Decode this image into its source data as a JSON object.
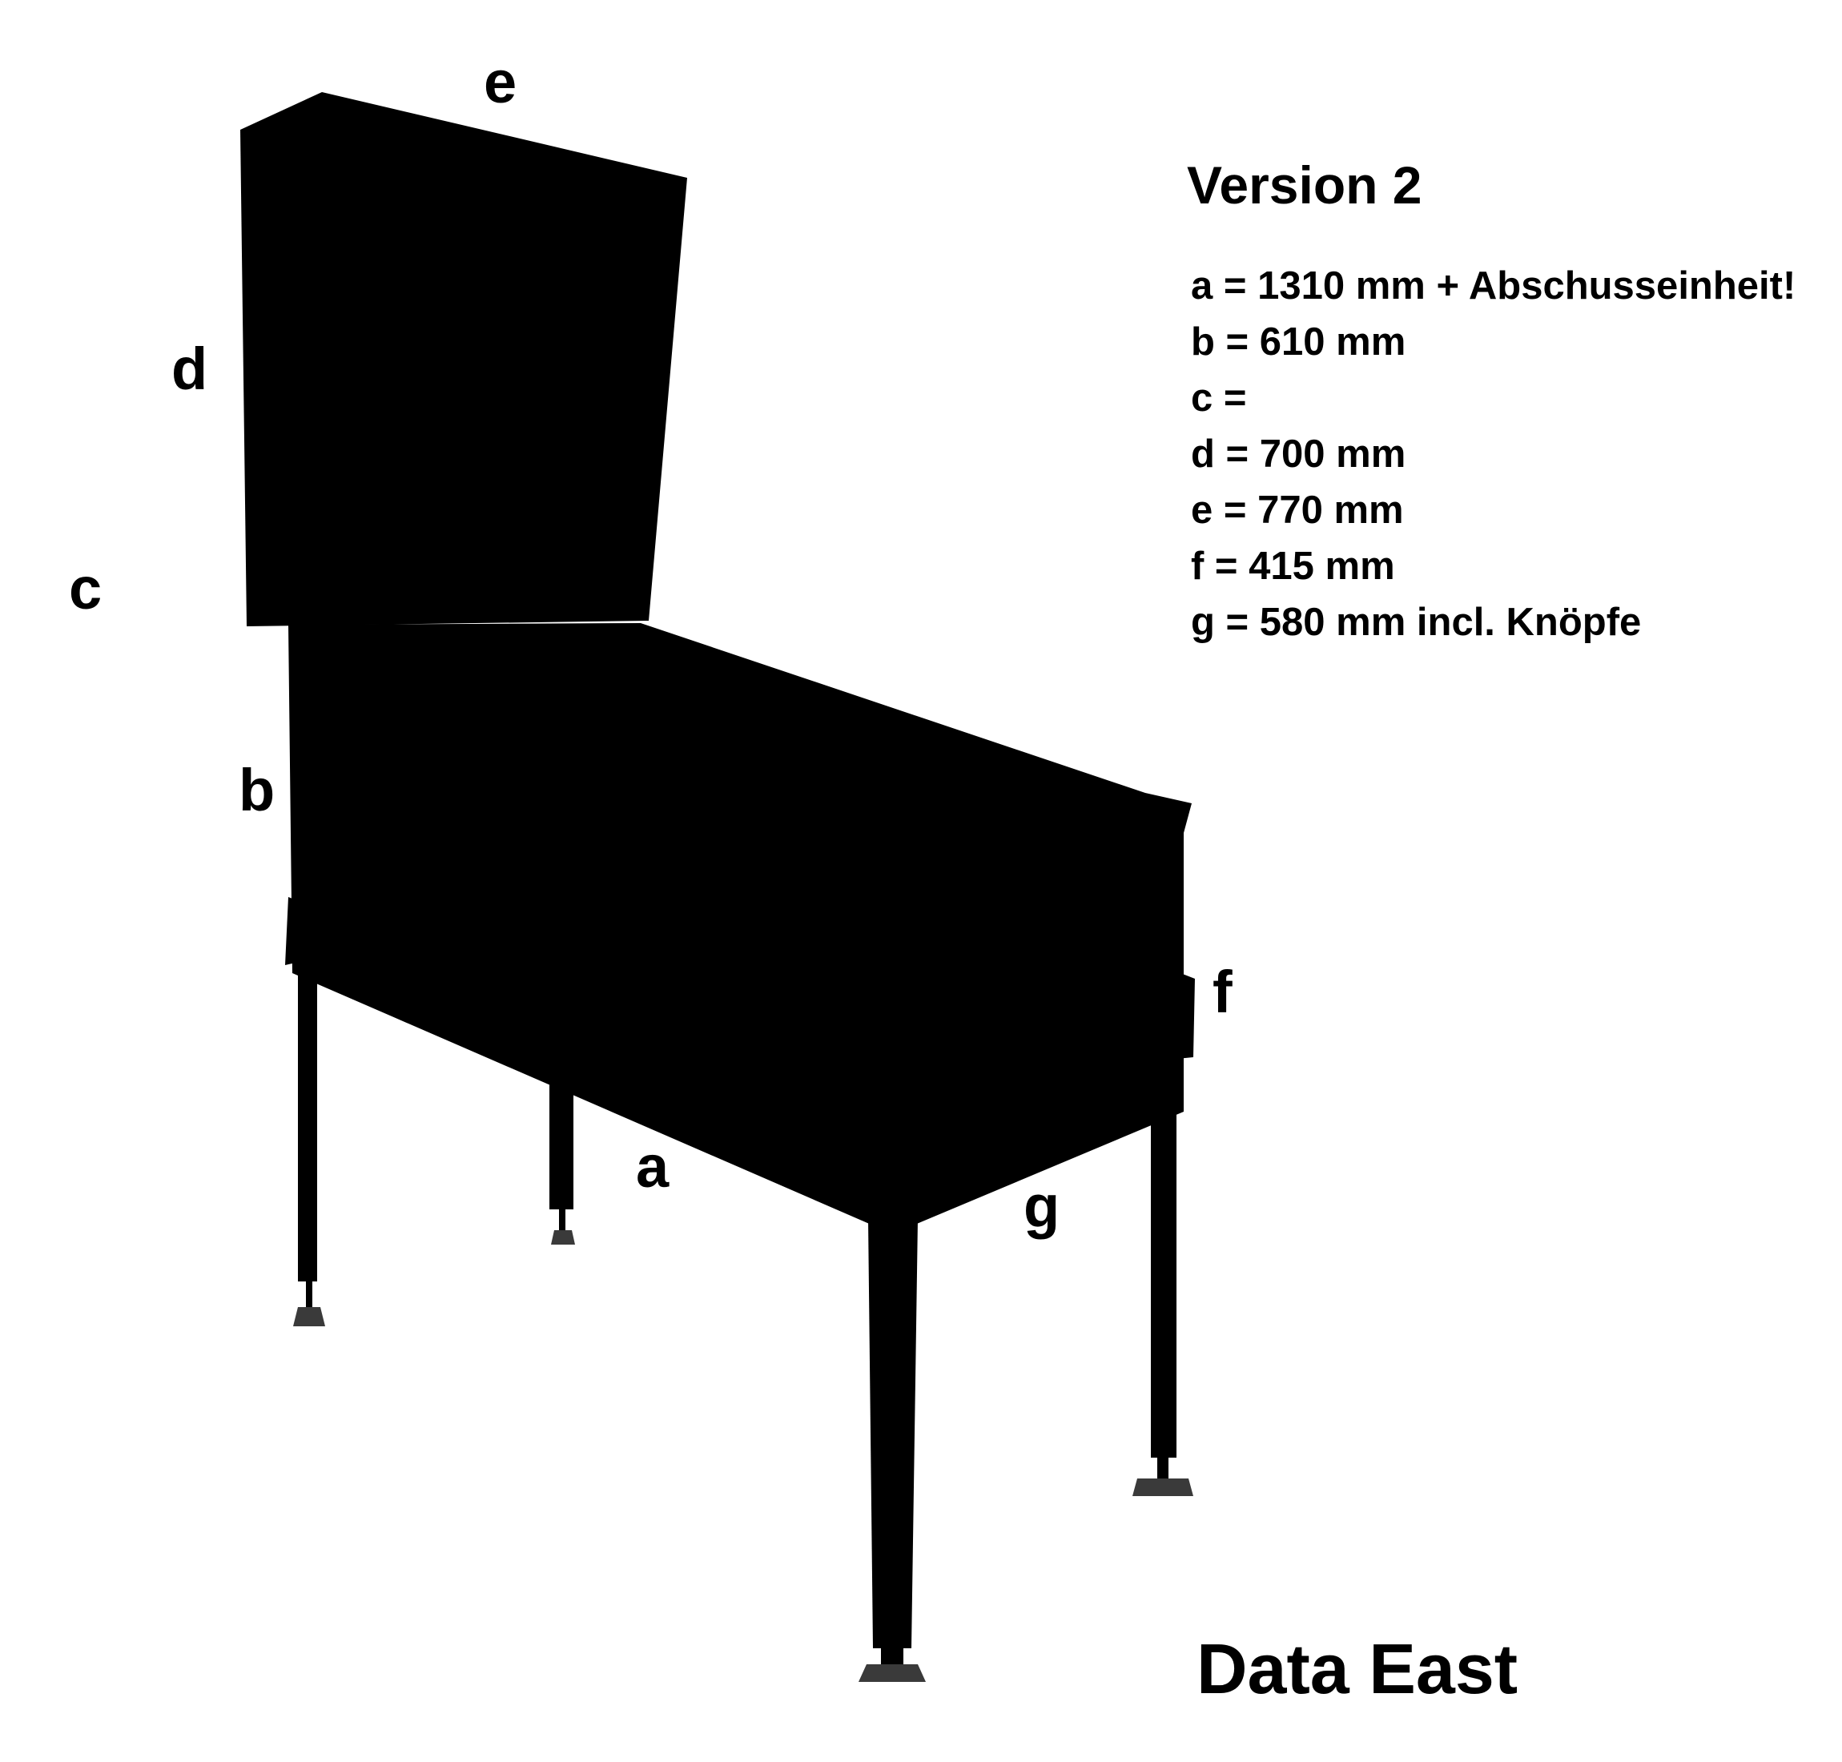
{
  "colors": {
    "cabinet": "#000000",
    "leg_foot": "#3a3a3a",
    "text": "#000000",
    "background": "#ffffff"
  },
  "dimension_labels": {
    "a": "a",
    "b": "b",
    "c": "c",
    "d": "d",
    "e": "e",
    "f": "f",
    "g": "g"
  },
  "specs": {
    "title": "Version 2",
    "lines": [
      "a = 1310 mm + Abschusseinheit!",
      "b = 610 mm",
      "c =",
      "d = 700 mm",
      "e = 770 mm",
      "f = 415 mm",
      "g = 580 mm incl. Knöpfe"
    ]
  },
  "brand": "Data East"
}
